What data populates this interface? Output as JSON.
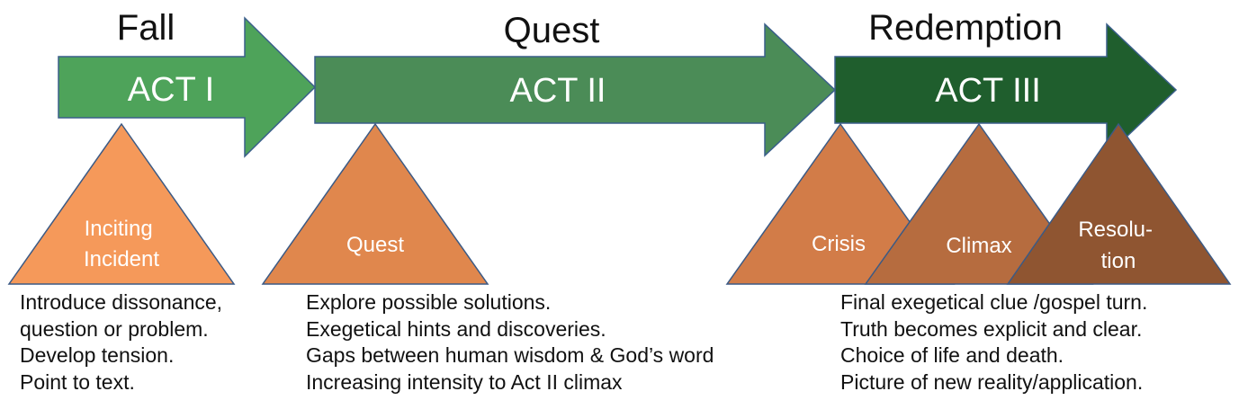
{
  "colors": {
    "act1_fill": "#4ea35a",
    "act2_fill": "#4b8c57",
    "act3_fill": "#1f5e2d",
    "arrow_stroke": "#3a5f8a",
    "inciting_fill": "#f5995a",
    "quest_fill": "#e0874d",
    "crisis_fill": "#d27c48",
    "climax_fill": "#b66c3f",
    "resolution_fill": "#8f5531",
    "triangle_stroke": "#3b5a85"
  },
  "acts": [
    {
      "title": "Fall",
      "label": "ACT I"
    },
    {
      "title": "Quest",
      "label": "ACT II"
    },
    {
      "title": "Redemption",
      "label": "ACT III"
    }
  ],
  "triangles": {
    "inciting": {
      "lines": [
        "Inciting",
        "Incident"
      ]
    },
    "quest": {
      "lines": [
        "Quest"
      ]
    },
    "crisis": {
      "lines": [
        "Crisis"
      ]
    },
    "climax": {
      "lines": [
        "Climax"
      ]
    },
    "resolution": {
      "lines": [
        "Resolu-",
        "tion"
      ]
    }
  },
  "descriptions": [
    {
      "lines": [
        "Introduce dissonance,",
        "question or problem.",
        "Develop tension.",
        "Point to text."
      ]
    },
    {
      "lines": [
        "Explore possible solutions.",
        "Exegetical hints and discoveries.",
        "Gaps between human wisdom & God’s word",
        "Increasing intensity to Act II climax"
      ]
    },
    {
      "lines": [
        "Final exegetical clue /gospel turn.",
        "Truth becomes explicit and clear.",
        "Choice of life and death.",
        "Picture of new reality/application."
      ]
    }
  ]
}
